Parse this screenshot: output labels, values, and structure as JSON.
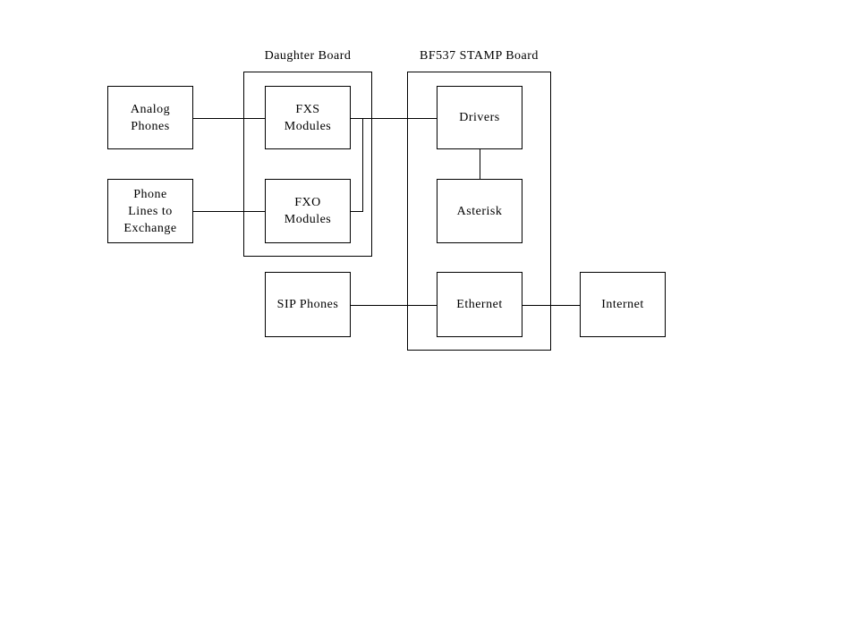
{
  "diagram": {
    "title_labels": {
      "daughter_board": "Daughter Board",
      "stamp_board": "BF537 STAMP Board"
    },
    "nodes": {
      "analog_phones": {
        "label": "Analog\nPhones"
      },
      "phone_lines": {
        "label": "Phone\nLines to\nExchange"
      },
      "fxs_modules": {
        "label": "FXS\nModules"
      },
      "fxo_modules": {
        "label": "FXO\nModules"
      },
      "drivers": {
        "label": "Drivers"
      },
      "asterisk": {
        "label": "Asterisk"
      },
      "sip_phones": {
        "label": "SIP Phones"
      },
      "ethernet": {
        "label": "Ethernet"
      },
      "internet": {
        "label": "Internet"
      }
    },
    "edges": [
      {
        "from": "analog_phones",
        "to": "fxs_modules"
      },
      {
        "from": "phone_lines",
        "to": "fxo_modules"
      },
      {
        "from": "fxs_modules",
        "to": "drivers"
      },
      {
        "from": "fxo_modules",
        "to": "fxs_drivers_line"
      },
      {
        "from": "drivers",
        "to": "asterisk"
      },
      {
        "from": "sip_phones",
        "to": "ethernet"
      },
      {
        "from": "ethernet",
        "to": "internet"
      }
    ],
    "colors": {
      "background": "#ffffff",
      "line": "#000000",
      "text": "#000000"
    }
  }
}
